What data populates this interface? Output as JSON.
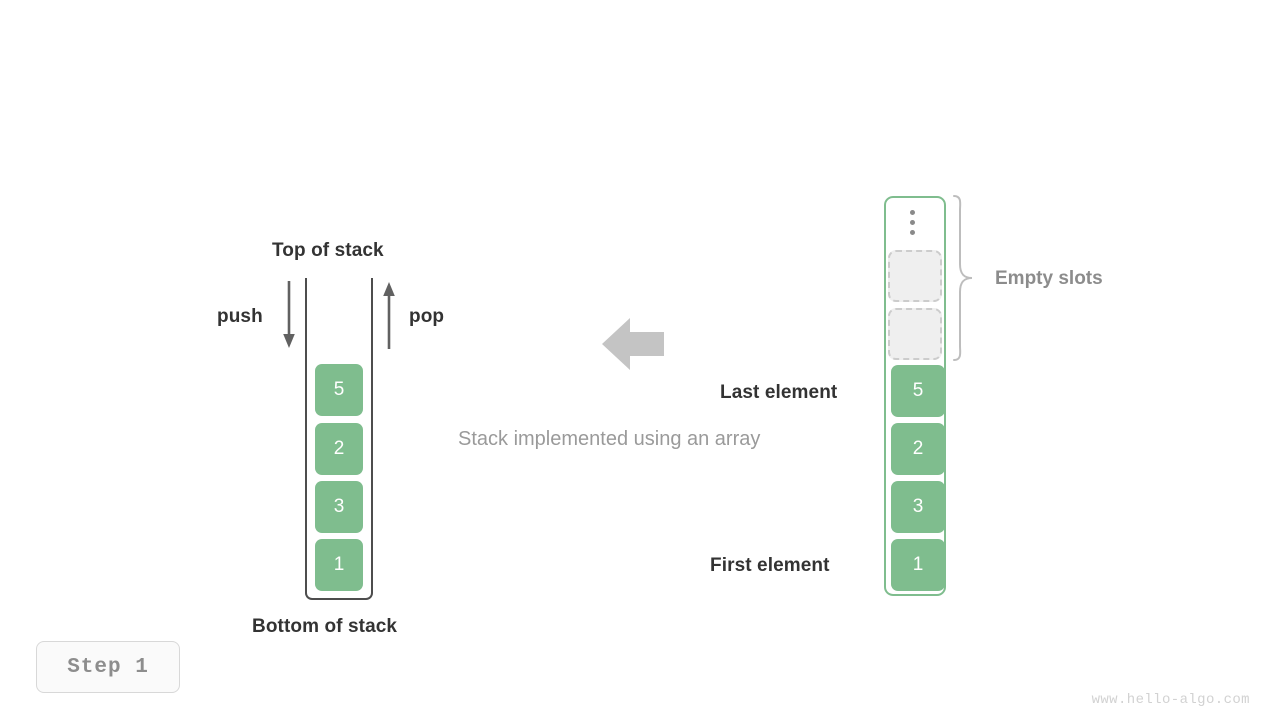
{
  "figure": {
    "caption": "Stack implemented using an array",
    "step_badge": "Step 1",
    "watermark": "www.hello-algo.com",
    "accent_green": "#7fbd8e",
    "outline_gray": "#4d4d4d",
    "muted_gray": "#8c8c8c",
    "empty_slot_fill": "#efefef",
    "empty_slot_border": "#cccccc"
  },
  "left_stack": {
    "top_label": "Top of stack",
    "bottom_label": "Bottom of stack",
    "push_label": "push",
    "pop_label": "pop",
    "push_direction": "down",
    "pop_direction": "up",
    "values_top_to_bottom": [
      "5",
      "2",
      "3",
      "1"
    ]
  },
  "transition": {
    "arrow_icon": "arrow-left-icon",
    "arrow_direction": "left",
    "arrow_color": "#c4c4c4"
  },
  "right_array": {
    "ellipsis_icon": "vertical-ellipsis-icon",
    "empty_slots_label": "Empty slots",
    "empty_slot_count": 2,
    "last_element_label": "Last element",
    "first_element_label": "First element",
    "values_top_to_bottom": [
      "5",
      "2",
      "3",
      "1"
    ]
  }
}
